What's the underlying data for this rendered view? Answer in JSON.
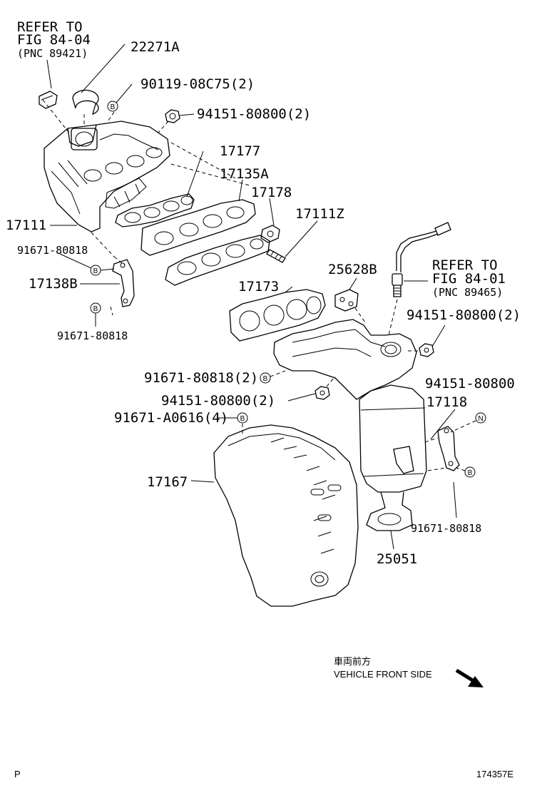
{
  "refer_top": {
    "line1": "REFER TO",
    "line2": "FIG 84-04",
    "line3": "(PNC 89421)"
  },
  "refer_right": {
    "line1": "REFER TO",
    "line2": "FIG 84-01",
    "line3": "(PNC 89465)"
  },
  "labels": {
    "p22271A": "22271A",
    "p90119": "90119-08C75(2)",
    "p94151_top": "94151-80800(2)",
    "p17177": "17177",
    "p17135A": "17135A",
    "p17178": "17178",
    "p17111Z": "17111Z",
    "p17111": "17111",
    "p91671_a": "91671-80818",
    "p17138B": "17138B",
    "p91671_b": "91671-80818",
    "p25628B": "25628B",
    "p17173": "17173",
    "p94151_mid": "94151-80800(2)",
    "p91671_c": "91671-80818(2)",
    "p94151_low": "94151-80800(2)",
    "p91671_A0616": "91671-A0616(4)",
    "p94151_single": "94151-80800",
    "p17118": "17118",
    "p17167": "17167",
    "p91671_d": "91671-80818",
    "p25051": "25051"
  },
  "markers": {
    "b": "B",
    "n": "N"
  },
  "direction": {
    "japanese": "車両前方",
    "english": "VEHICLE FRONT SIDE"
  },
  "corner": {
    "left": "P",
    "right": "174357E"
  }
}
